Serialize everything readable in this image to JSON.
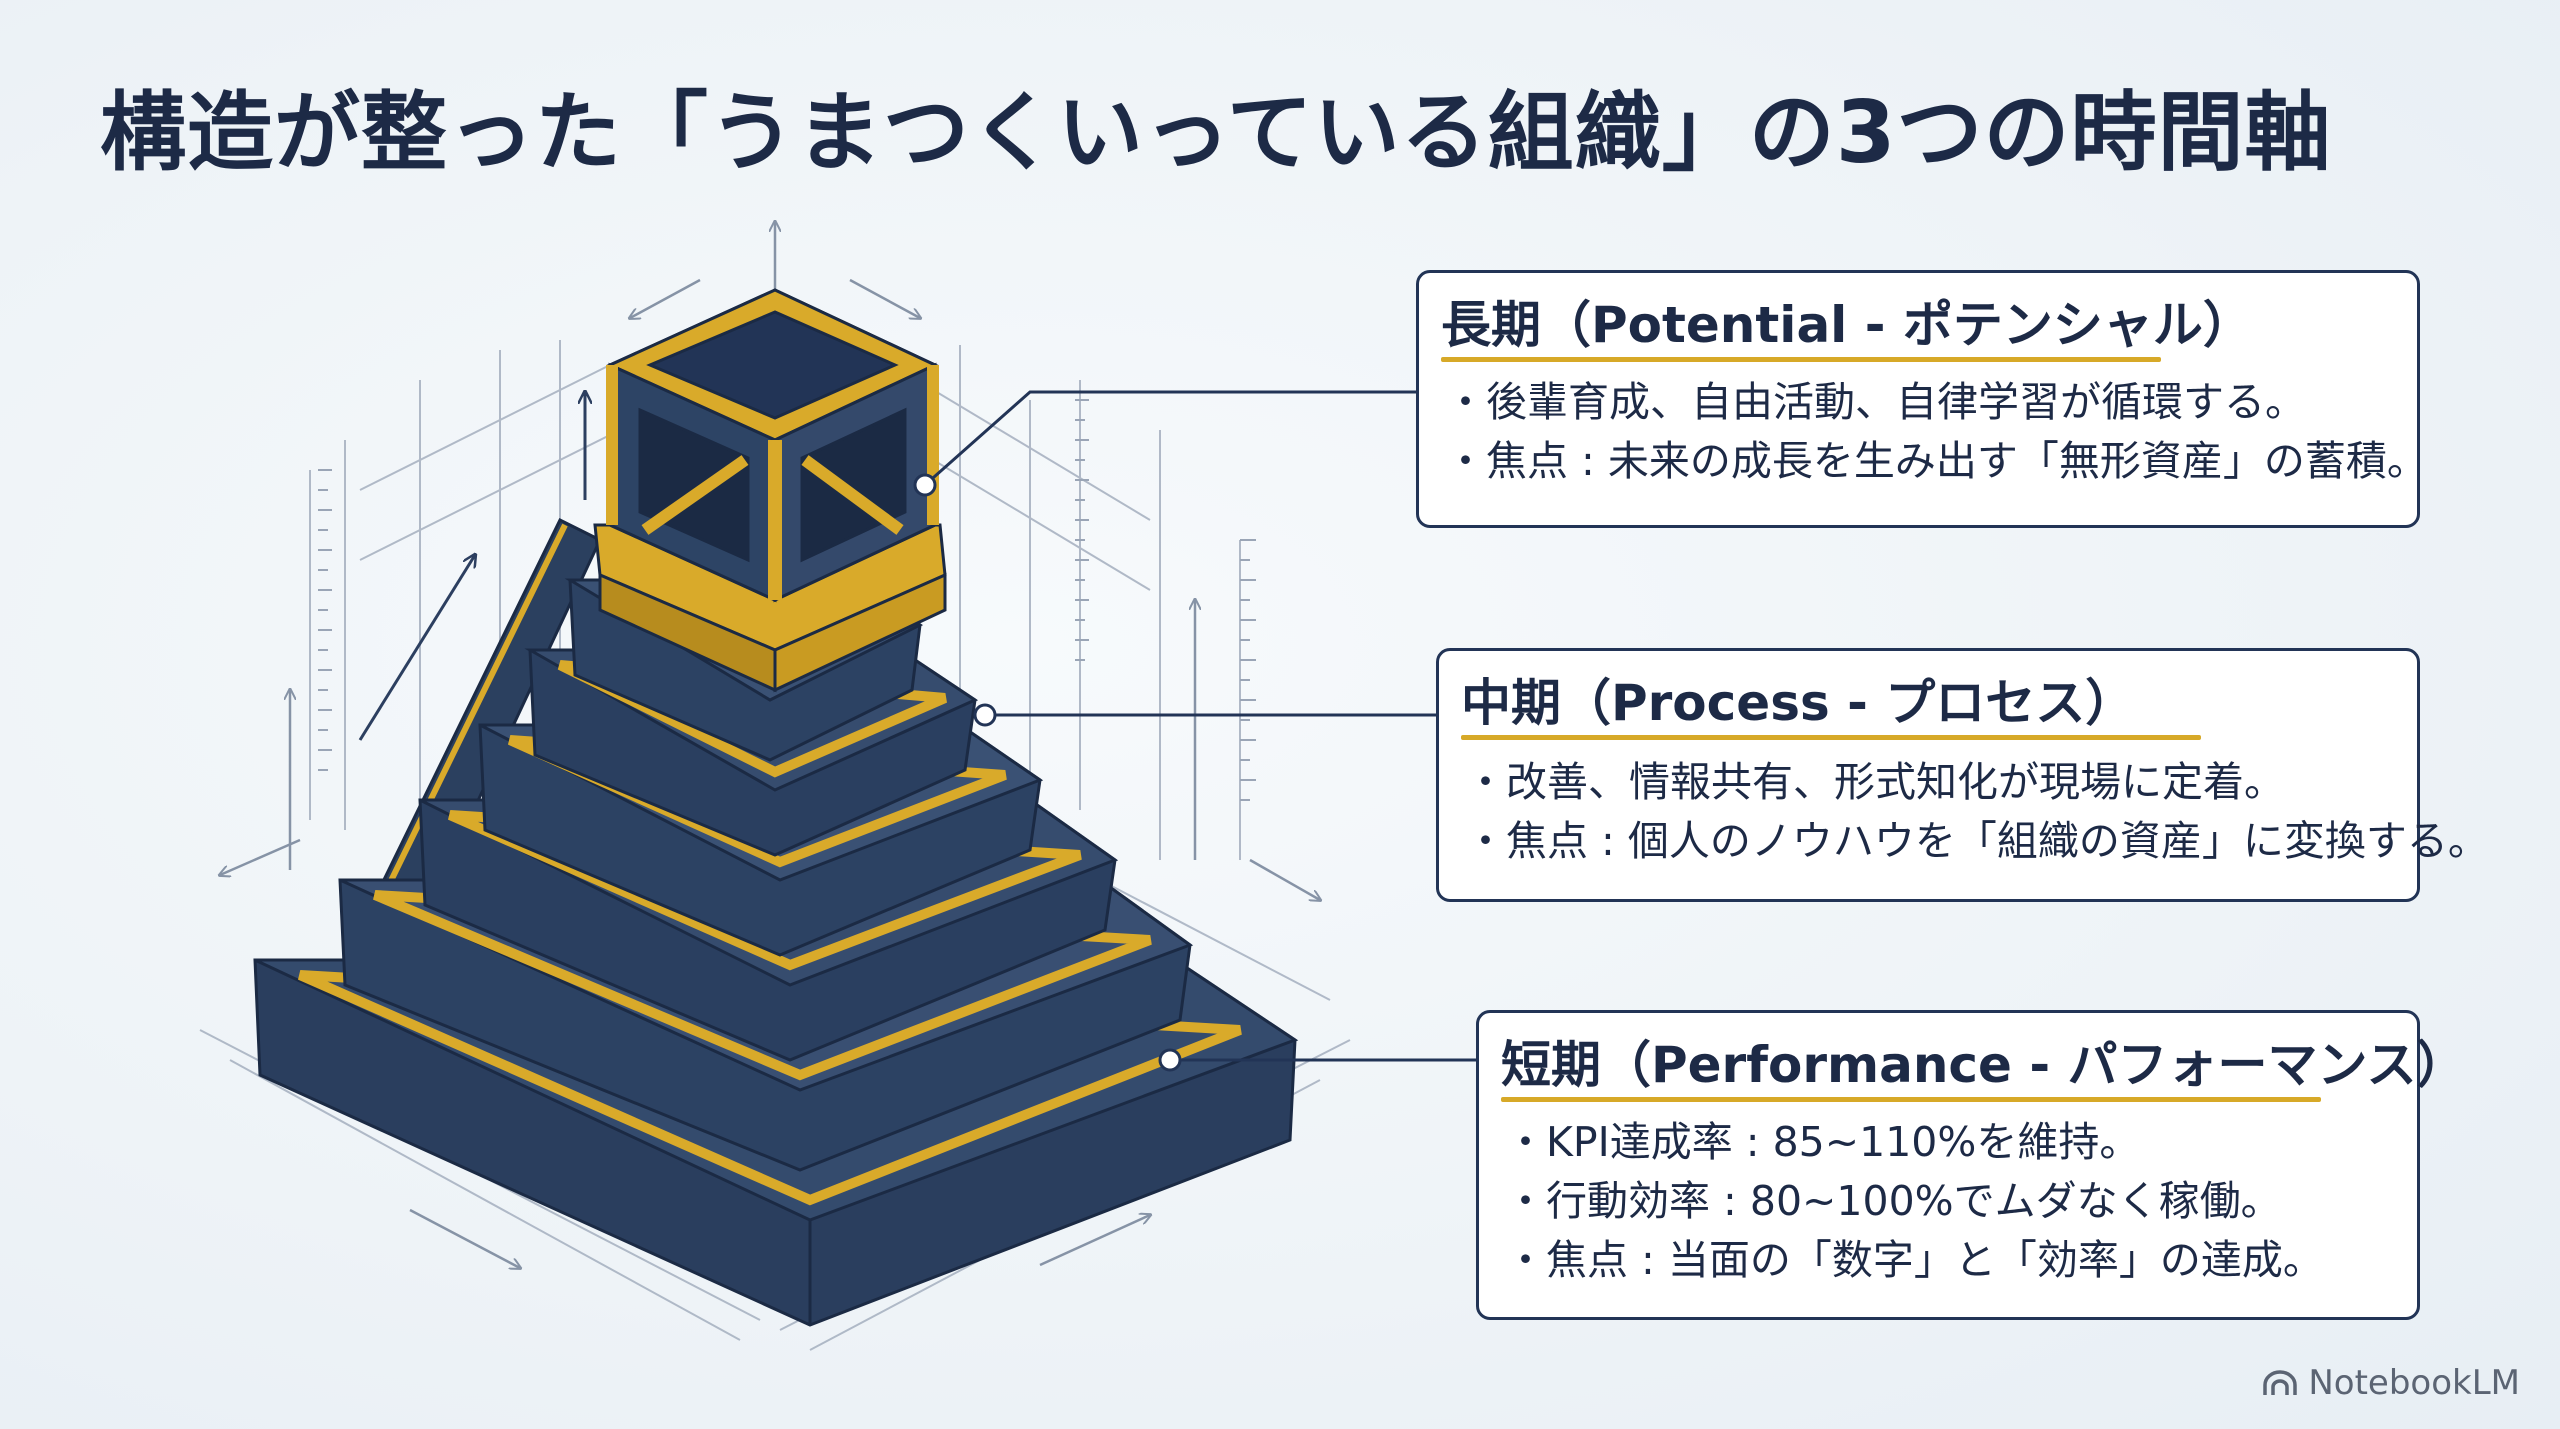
{
  "title": "構造が整った「うまつくいっている組織」の3つの時間軸",
  "colors": {
    "navy": "#2a3f60",
    "navy_dark": "#1b2a44",
    "gold": "#d9aa2a",
    "line": "#223456"
  },
  "sections": [
    {
      "heading": "長期（Potential - ポテンシャル）",
      "bullets": [
        "後輩育成、自由活動、自律学習が循環する。",
        "焦点 : 未来の成長を生み出す「無形資産」の蓄積。"
      ]
    },
    {
      "heading": "中期（Process - プロセス）",
      "bullets": [
        "改善、情報共有、形式知化が現場に定着。",
        "焦点 : 個人のノウハウを「組織の資産」に変換する。"
      ]
    },
    {
      "heading": "短期（Performance - パフォーマンス）",
      "bullets": [
        "KPI達成率 : 85~110%を維持。",
        "行動効率 : 80~100%でムダなく稼働。",
        "焦点 : 当面の「数字」と「効率」の達成。"
      ]
    }
  ],
  "brand": {
    "icon": "notebooklm-logo-icon",
    "label": "NotebookLM"
  }
}
